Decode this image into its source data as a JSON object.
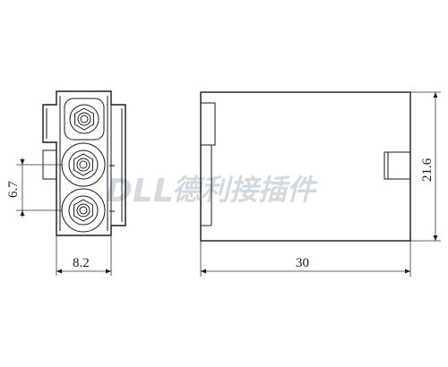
{
  "watermark": {
    "latin": "DLL",
    "cjk": "德利接插件"
  },
  "dimensions": {
    "pitch": "6.7",
    "width": "8.2",
    "length": "30",
    "height": "21.6"
  },
  "colors": {
    "line": "#1a1a1a",
    "watermark": "#c9d3dd",
    "background": "#ffffff"
  }
}
